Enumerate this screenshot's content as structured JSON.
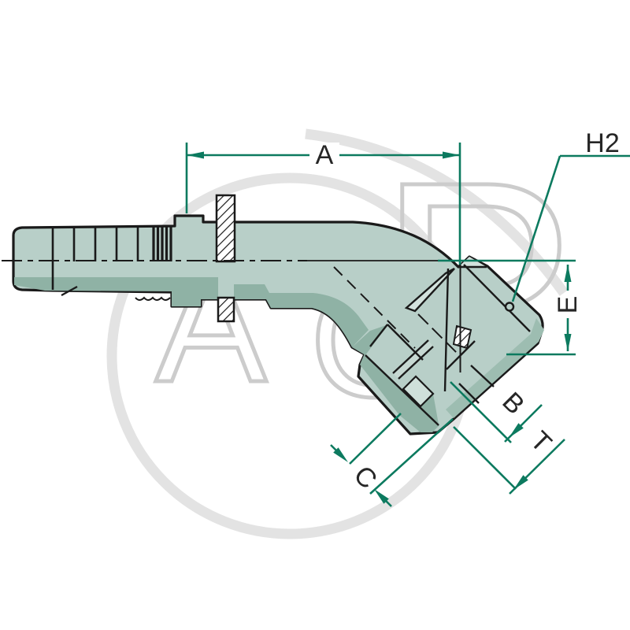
{
  "watermark": {
    "letters": [
      "A",
      "G",
      "P"
    ]
  },
  "dimension_labels": {
    "a": "A",
    "h2": "H2",
    "e": "E",
    "b": "B",
    "t": "T",
    "c": "C"
  },
  "colors": {
    "body_light": "#b8cfc8",
    "body_shaded": "#8fb2a5",
    "body_chamfer": "#9dbdb1",
    "body_highlight": "#d3e2dd",
    "body_band": "#c6d8d2",
    "outline": "#1a1a1a",
    "dimension": "#0c7a5f",
    "label_text": "#262626",
    "watermark_ring": "#e3e3e3",
    "watermark_letters": "#cccccc"
  }
}
